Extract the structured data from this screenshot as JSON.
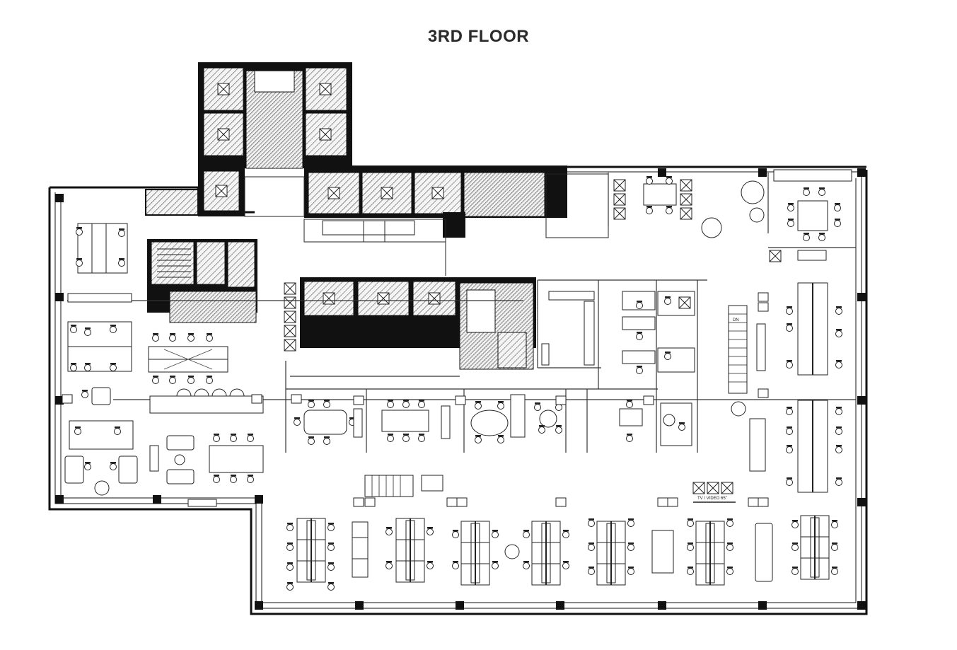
{
  "title": "3RD FLOOR",
  "labels": {
    "stair_dn": "DN",
    "tv_video": "TV / VIDEO 65\""
  },
  "colors": {
    "ink": "#111111",
    "core_fill": "#2a2a2a",
    "background": "#ffffff",
    "title": "#2b2b2b"
  }
}
